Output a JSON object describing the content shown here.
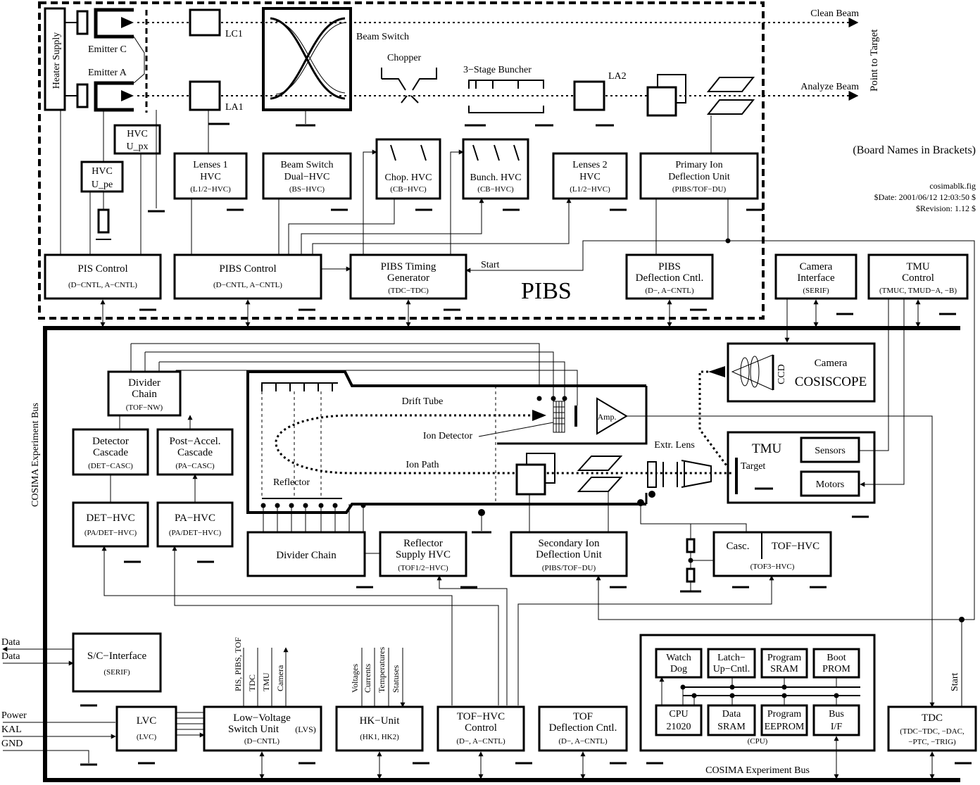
{
  "labels": {
    "clean_beam": "Clean Beam",
    "analyze_beam": "Analyze Beam",
    "point_to_target": "Point to Target",
    "board_names": "(Board Names in Brackets)",
    "file_name": "cosimablk.fig",
    "file_date": "$Date: 2001/06/12 12:03:50 $",
    "file_revision": "$Revision: 1.12 $",
    "heater_supply": "Heater Supply",
    "emitter_c": "Emitter C",
    "emitter_a": "Emitter A",
    "lc1": "LC1",
    "la1": "LA1",
    "la2": "LA2",
    "beam_switch": "Beam Switch",
    "chopper": "Chopper",
    "buncher": "3−Stage Buncher",
    "pibs": "PIBS",
    "start_pibs": "Start",
    "start_tdc": "Start",
    "experiment_bus_left": "COSIMA Experiment Bus",
    "experiment_bus_bottom": "COSIMA Experiment Bus",
    "drift_tube": "Drift Tube",
    "ion_detector": "Ion Detector",
    "ion_path": "Ion Path",
    "reflector": "Reflector",
    "extr_lens": "Extr. Lens",
    "target": "Target",
    "amp": "Amp.",
    "ccd": "CCD",
    "data_1": "Data",
    "data_2": "Data",
    "power": "Power",
    "kal": "KAL",
    "gnd": "GND",
    "lvs_out_1": "PIS, PIBS, TOF",
    "lvs_out_2": "TDC",
    "lvs_out_3": "TMU",
    "lvs_out_4": "Camera",
    "hk_in_1": "Voltages",
    "hk_in_2": "Currents",
    "hk_in_3": "Temperatures",
    "hk_in_4": "Statuses"
  },
  "blocks": {
    "hvc_upx": {
      "l1": "HVC",
      "l2": "U_px"
    },
    "hvc_upe": {
      "l1": "HVC",
      "l2": "U_pe"
    },
    "lenses1": {
      "l1": "Lenses 1",
      "l2": "HVC",
      "board": "(L1/2−HVC)"
    },
    "bs_hvc": {
      "l1": "Beam Switch",
      "l2": "Dual−HVC",
      "board": "(BS−HVC)"
    },
    "chop_hvc": {
      "l1": "Chop. HVC",
      "board": "(CB−HVC)"
    },
    "bunch_hvc": {
      "l1": "Bunch. HVC",
      "board": "(CB−HVC)"
    },
    "lenses2": {
      "l1": "Lenses 2",
      "l2": "HVC",
      "board": "(L1/2−HVC)"
    },
    "pidu": {
      "l1": "Primary Ion",
      "l2": "Deflection Unit",
      "board": "(PIBS/TOF−DU)"
    },
    "pis_control": {
      "l1": "PIS Control",
      "board": "(D−CNTL, A−CNTL)"
    },
    "pibs_control": {
      "l1": "PIBS Control",
      "board": "(D−CNTL, A−CNTL)"
    },
    "pibs_timing": {
      "l1": "PIBS Timing",
      "l2": "Generator",
      "board": "(TDC−TDC)"
    },
    "pibs_defl": {
      "l1": "PIBS",
      "l2": "Deflection Cntl.",
      "board": "(D−, A−CNTL)"
    },
    "camera_if": {
      "l1": "Camera",
      "l2": "Interface",
      "board": "(SERIF)"
    },
    "tmu_control": {
      "l1": "TMU",
      "l2": "Control",
      "board": "(TMUC, TMUD−A, −B)"
    },
    "camera": {
      "l1": "Camera",
      "l2": "COSISCOPE"
    },
    "divider_chain_top": {
      "l1": "Divider",
      "l2": "Chain",
      "board": "(TOF−NW)"
    },
    "det_cascade": {
      "l1": "Detector",
      "l2": "Cascade",
      "board": "(DET−CASC)"
    },
    "pa_cascade": {
      "l1": "Post−Accel.",
      "l2": "Cascade",
      "board": "(PA−CASC)"
    },
    "det_hvc": {
      "l1": "DET−HVC",
      "board": "(PA/DET−HVC)"
    },
    "pa_hvc": {
      "l1": "PA−HVC",
      "board": "(PA/DET−HVC)"
    },
    "divider_chain": {
      "l1": "Divider Chain"
    },
    "reflector_hvc": {
      "l1": "Reflector",
      "l2": "Supply HVC",
      "board": "(TOF1/2−HVC)"
    },
    "sidu": {
      "l1": "Secondary Ion",
      "l2": "Deflection Unit",
      "board": "(PIBS/TOF−DU)"
    },
    "tof_hvc": {
      "l1": "Casc.",
      "l2": "TOF−HVC",
      "board": "(TOF3−HVC)"
    },
    "tmu": {
      "l1": "TMU"
    },
    "sensors": {
      "l1": "Sensors"
    },
    "motors": {
      "l1": "Motors"
    },
    "sc_interface": {
      "l1": "S/C−Interface",
      "board": "(SERIF)"
    },
    "lvc": {
      "l1": "LVC",
      "board": "(LVC)"
    },
    "lvs": {
      "l1": "Low−Voltage",
      "l2": "Switch Unit",
      "l2b": "(LVS)",
      "board": "(D−CNTL)"
    },
    "hk_unit": {
      "l1": "HK−Unit",
      "board": "(HK1, HK2)"
    },
    "tof_hvc_control": {
      "l1": "TOF−HVC",
      "l2": "Control",
      "board": "(D−, A−CNTL)"
    },
    "tof_defl": {
      "l1": "TOF",
      "l2": "Deflection Cntl.",
      "board": "(D−, A−CNTL)"
    },
    "cpu": {
      "board": "(CPU)"
    },
    "watch_dog": {
      "l1": "Watch",
      "l2": "Dog"
    },
    "latch_up": {
      "l1": "Latch−",
      "l2": "Up−Cntl."
    },
    "prog_sram": {
      "l1": "Program",
      "l2": "SRAM"
    },
    "boot_prom": {
      "l1": "Boot",
      "l2": "PROM"
    },
    "cpu21020": {
      "l1": "CPU",
      "l2": "21020"
    },
    "data_sram": {
      "l1": "Data",
      "l2": "SRAM"
    },
    "prog_eeprom": {
      "l1": "Program",
      "l2": "EEPROM"
    },
    "bus_if": {
      "l1": "Bus",
      "l2": "I/F"
    },
    "tdc": {
      "l1": "TDC",
      "l2": "(TDC−TDC, −DAC,",
      "l3": "−PTC, −TRIG)"
    }
  }
}
